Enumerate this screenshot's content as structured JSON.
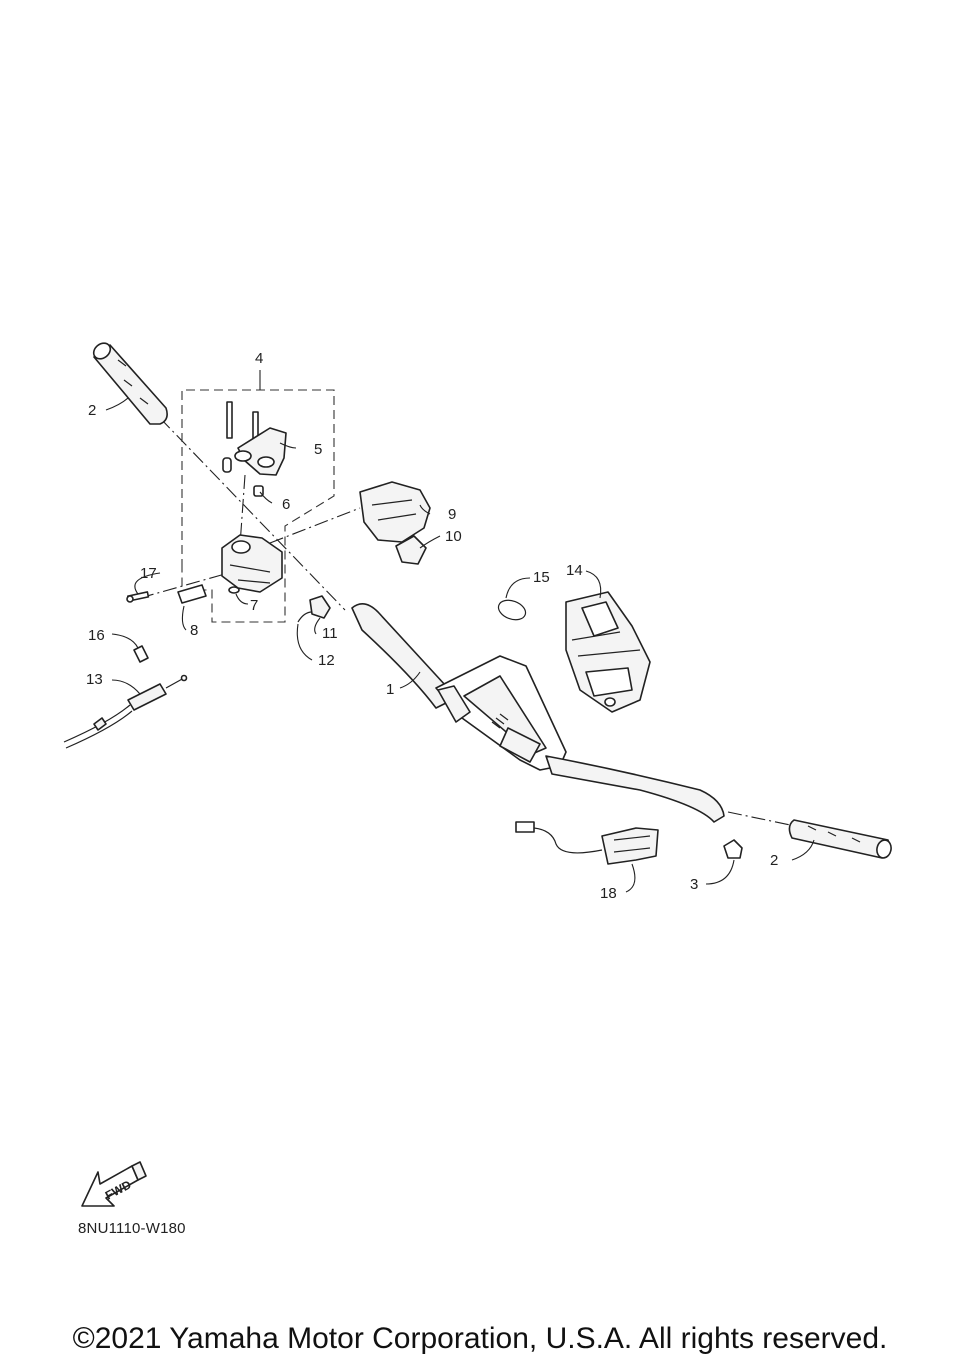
{
  "diagram": {
    "callouts": [
      {
        "id": "1",
        "label": "1"
      },
      {
        "id": "2a",
        "label": "2"
      },
      {
        "id": "2b",
        "label": "2"
      },
      {
        "id": "3",
        "label": "3"
      },
      {
        "id": "4",
        "label": "4"
      },
      {
        "id": "5",
        "label": "5"
      },
      {
        "id": "6",
        "label": "6"
      },
      {
        "id": "7",
        "label": "7"
      },
      {
        "id": "8",
        "label": "8"
      },
      {
        "id": "9",
        "label": "9"
      },
      {
        "id": "10",
        "label": "10"
      },
      {
        "id": "11",
        "label": "11"
      },
      {
        "id": "12",
        "label": "12"
      },
      {
        "id": "13",
        "label": "13"
      },
      {
        "id": "14",
        "label": "14"
      },
      {
        "id": "15",
        "label": "15"
      },
      {
        "id": "16",
        "label": "16"
      },
      {
        "id": "17",
        "label": "17"
      },
      {
        "id": "18",
        "label": "18"
      }
    ],
    "fwd_label": "FWD",
    "fwd_icon": "fwd-arrow-icon",
    "drawing_code": "8NU1110-W180"
  },
  "footer": {
    "copyright": "©2021 Yamaha Motor Corporation, U.S.A. All rights reserved."
  }
}
